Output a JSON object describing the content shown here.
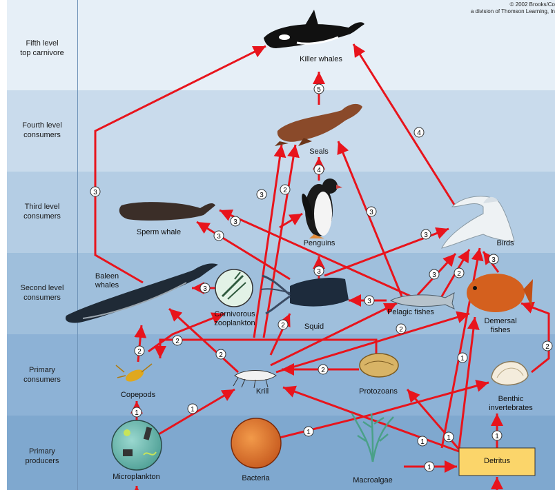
{
  "copyright": "© 2002 Brooks/Co\na division of Thomson Learning, In",
  "levels": [
    {
      "label": "Fifth level\ntop carnivore"
    },
    {
      "label": "Fourth level\nconsumers"
    },
    {
      "label": "Third level\nconsumers"
    },
    {
      "label": "Second level\nconsumers"
    },
    {
      "label": "Primary\nconsumers"
    },
    {
      "label": "Primary\nproducers"
    }
  ],
  "organisms": {
    "killer_whales": "Killer whales",
    "seals": "Seals",
    "penguins": "Penguins",
    "sperm_whale": "Sperm whale",
    "birds": "Birds",
    "baleen_whales": "Baleen\nwhales",
    "carnivorous_zooplankton": "Carnivorous\nzooplankton",
    "squid": "Squid",
    "pelagic_fishes": "Pelagic fishes",
    "demersal_fishes": "Demersal\nfishes",
    "copepods": "Copepods",
    "krill": "Krill",
    "protozoans": "Protozoans",
    "benthic_invertebrates": "Benthic\ninvertebrates",
    "microplankton": "Microplankton",
    "bacteria": "Bacteria",
    "macroalgae": "Macroalgae",
    "detritus": "Detritus"
  },
  "colors": {
    "arrow": "#e8141c",
    "band_top": "#e3edf6",
    "band_bottom": "#7fa7cc",
    "detritus_fill": "#fbd56a"
  }
}
